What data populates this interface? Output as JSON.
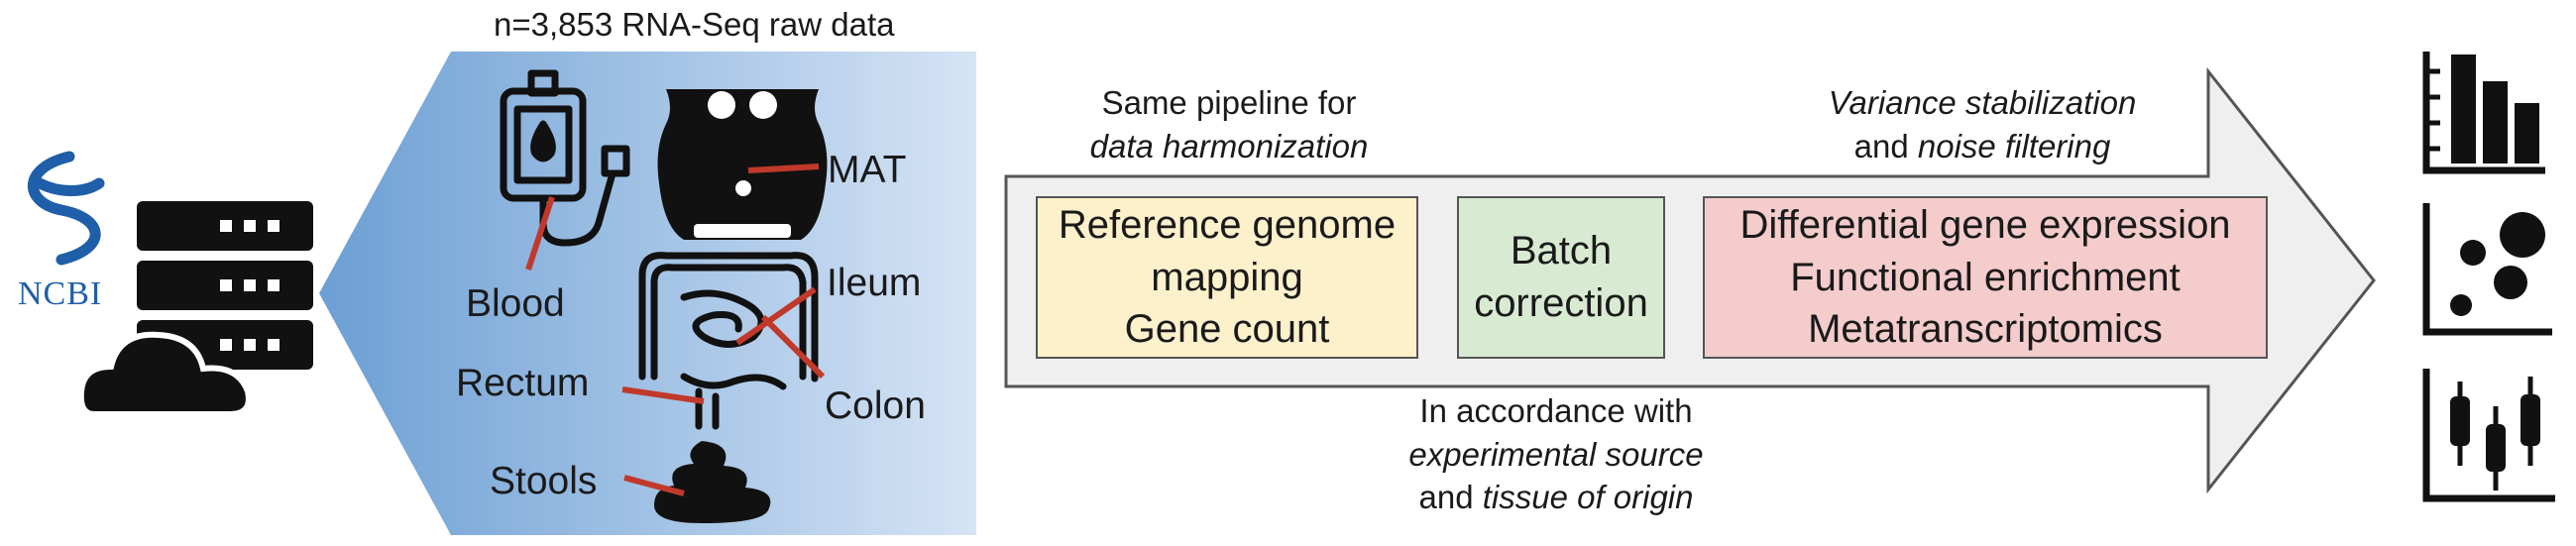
{
  "header": {
    "dataset_label": "n=3,853 RNA-Seq raw data"
  },
  "source": {
    "logo_text": "NCBI"
  },
  "samples": {
    "blood": "Blood",
    "mat": "MAT",
    "ileum": "Ileum",
    "rectum": "Rectum",
    "colon": "Colon",
    "stools": "Stools"
  },
  "pipeline": {
    "note_top_left": {
      "line1": "Same pipeline for",
      "line2": "data harmonization"
    },
    "note_top_right": {
      "line1_italic": "Variance stabilization",
      "line2_prefix": "and ",
      "line2_italic": "noise filtering"
    },
    "note_bottom": {
      "line1": "In accordance with",
      "line2_italic": "experimental source",
      "line3_prefix": "and ",
      "line3_italic": "tissue of origin"
    },
    "steps": [
      {
        "lines": [
          "Reference genome",
          "mapping",
          "Gene count"
        ],
        "color": "#fdf1cc"
      },
      {
        "lines": [
          "Batch",
          "correction"
        ],
        "color": "#d9ead3"
      },
      {
        "lines": [
          "Differential gene expression",
          "Functional enrichment",
          "Metatranscriptomics"
        ],
        "color": "#f4cccc"
      }
    ]
  },
  "outputs": {
    "icons": [
      "bar-chart-icon",
      "bubble-chart-icon",
      "box-plot-icon"
    ]
  },
  "colors": {
    "accent_line": "#c0392b",
    "panel_dark": "#6c9fd4",
    "panel_light": "#d6e4f5",
    "arrow_fill": "#efefef"
  }
}
